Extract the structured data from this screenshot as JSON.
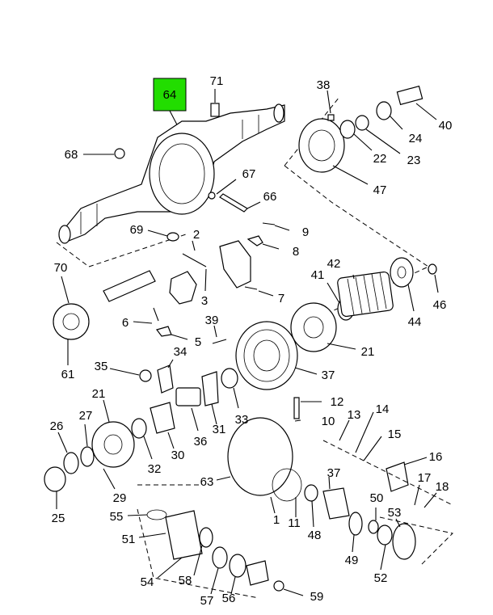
{
  "highlight": {
    "label": "64",
    "color": "#22dd00"
  },
  "callouts": {
    "c1": "1",
    "c2": "2",
    "c3": "3",
    "c5": "5",
    "c6": "6",
    "c7": "7",
    "c8": "8",
    "c9": "9",
    "c10": "10",
    "c11": "11",
    "c12": "12",
    "c13": "13",
    "c14": "14",
    "c15": "15",
    "c16": "16",
    "c17": "17",
    "c18": "18",
    "c21a": "21",
    "c21b": "21",
    "c22": "22",
    "c23": "23",
    "c24": "24",
    "c25": "25",
    "c26": "26",
    "c27": "27",
    "c29": "29",
    "c30": "30",
    "c31": "31",
    "c32": "32",
    "c33": "33",
    "c34": "34",
    "c35": "35",
    "c36": "36",
    "c37a": "37",
    "c37b": "37",
    "c38": "38",
    "c39": "39",
    "c40": "40",
    "c41": "41",
    "c42": "42",
    "c44": "44",
    "c46": "46",
    "c47": "47",
    "c48": "48",
    "c49": "49",
    "c50": "50",
    "c51": "51",
    "c52": "52",
    "c53": "53",
    "c54": "54",
    "c55": "55",
    "c56": "56",
    "c57": "57",
    "c58": "58",
    "c59": "59",
    "c61": "61",
    "c63": "63",
    "c66": "66",
    "c67": "67",
    "c68": "68",
    "c69": "69",
    "c70": "70",
    "c71": "71"
  }
}
